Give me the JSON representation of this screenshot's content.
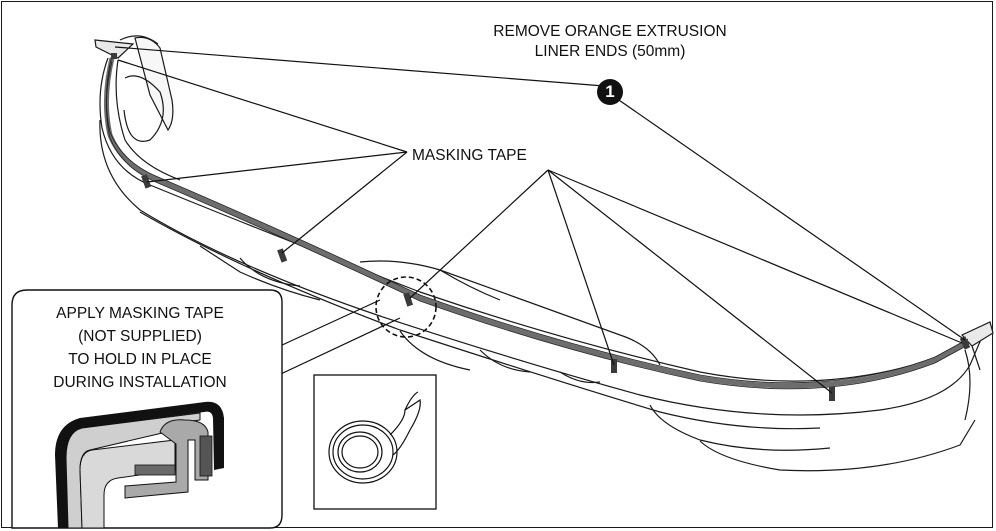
{
  "callout_remove": {
    "line1": "REMOVE ORANGE EXTRUSION",
    "line2": "LINER ENDS (50mm)",
    "badge_number": "1"
  },
  "callout_masking": {
    "label": "MASKING TAPE"
  },
  "inset_instruction": {
    "line1": "APPLY MASKING TAPE",
    "line2": "(NOT SUPPLIED)",
    "line3": "TO HOLD IN PLACE",
    "line4": "DURING INSTALLATION"
  },
  "icons": [
    "front-lip-spoiler-drawing",
    "masking-tape-roll-icon",
    "extrusion-profile-section",
    "detail-circle"
  ]
}
